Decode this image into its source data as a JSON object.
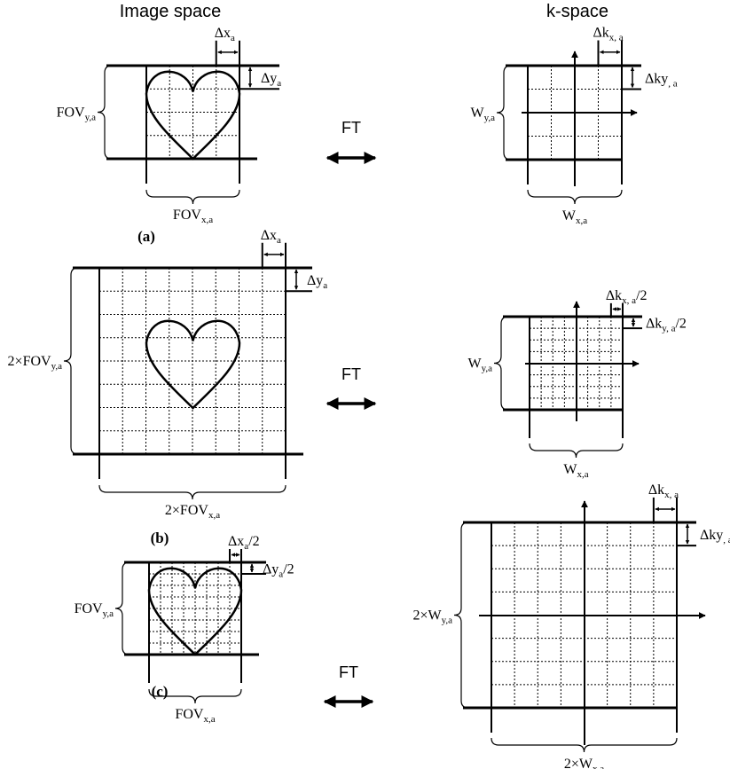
{
  "titles": {
    "image_space": "Image space",
    "k_space": "k-space"
  },
  "ft_label": "FT",
  "panels": [
    {
      "id": "a",
      "caption": "(a)",
      "image": {
        "dx": {
          "main": "Δx",
          "sub": "a",
          "suffix": ""
        },
        "dy": {
          "main": "Δy",
          "sub": "a",
          "suffix": ""
        },
        "fov_y": {
          "main": "FOV",
          "sub": "y,a",
          "suffix": ""
        },
        "fov_x": {
          "main": "FOV",
          "sub": "x,a",
          "suffix": ""
        }
      },
      "kspace": {
        "dkx": {
          "main": "Δk",
          "sub": "x, a",
          "suffix": ""
        },
        "dky": {
          "main": "Δky",
          "sub": ", a",
          "suffix": ""
        },
        "wy": {
          "main": "W",
          "sub": "y,a",
          "suffix": ""
        },
        "wx": {
          "main": "W",
          "sub": "x,a",
          "suffix": ""
        }
      }
    },
    {
      "id": "b",
      "caption": "(b)",
      "image": {
        "dx": {
          "main": "Δx",
          "sub": "a",
          "suffix": ""
        },
        "dy": {
          "main": "Δy",
          "sub": "a",
          "suffix": ""
        },
        "fov_y": {
          "main": "2×FOV",
          "sub": "y,a",
          "suffix": ""
        },
        "fov_x": {
          "main": "2×FOV",
          "sub": "x,a",
          "suffix": ""
        }
      },
      "kspace": {
        "dkx": {
          "main": "Δk",
          "sub": "x, a",
          "suffix": "/2"
        },
        "dky": {
          "main": "Δk",
          "sub": "y, a",
          "suffix": "/2"
        },
        "wy": {
          "main": "W",
          "sub": "y,a",
          "suffix": ""
        },
        "wx": {
          "main": "W",
          "sub": "x,a",
          "suffix": ""
        }
      }
    },
    {
      "id": "c",
      "caption": "(c)",
      "image": {
        "dx": {
          "main": "Δx",
          "sub": "a",
          "suffix": "/2"
        },
        "dy": {
          "main": "Δy",
          "sub": "a",
          "suffix": "/2"
        },
        "fov_y": {
          "main": "FOV",
          "sub": "y,a",
          "suffix": ""
        },
        "fov_x": {
          "main": "FOV",
          "sub": "x,a",
          "suffix": ""
        }
      },
      "kspace": {
        "dkx": {
          "main": "Δk",
          "sub": "x, a",
          "suffix": ""
        },
        "dky": {
          "main": "Δky",
          "sub": ", a",
          "suffix": ""
        },
        "wy": {
          "main": "2×W",
          "sub": "y,a",
          "suffix": ""
        },
        "wx": {
          "main": "2×W",
          "sub": "x,a",
          "suffix": ""
        }
      }
    }
  ]
}
